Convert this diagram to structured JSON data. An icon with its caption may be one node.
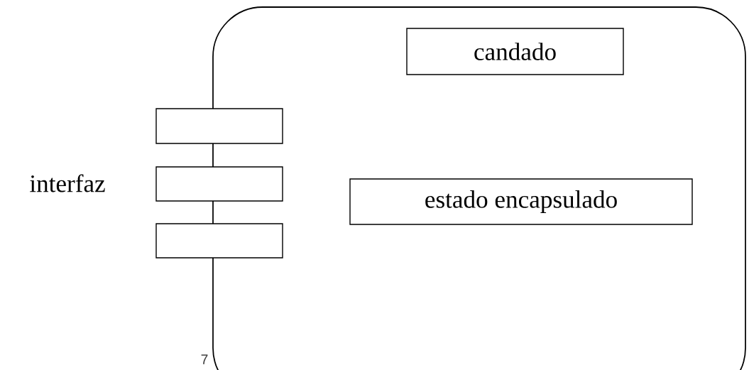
{
  "diagram": {
    "nodes": [
      {
        "text": [],
        "shape": "box"
      },
      {
        "text": [
          "candado"
        ],
        "in": 0
      },
      {
        "text": [],
        "shape": "box"
      },
      {
        "text": [],
        "shape": "box"
      },
      {
        "text": [
          "estado encapsulado"
        ],
        "in": 0
      },
      {
        "text": [],
        "shape": "box"
      }
    ],
    "labels": [
      "interfaz",
      "7"
    ]
  }
}
